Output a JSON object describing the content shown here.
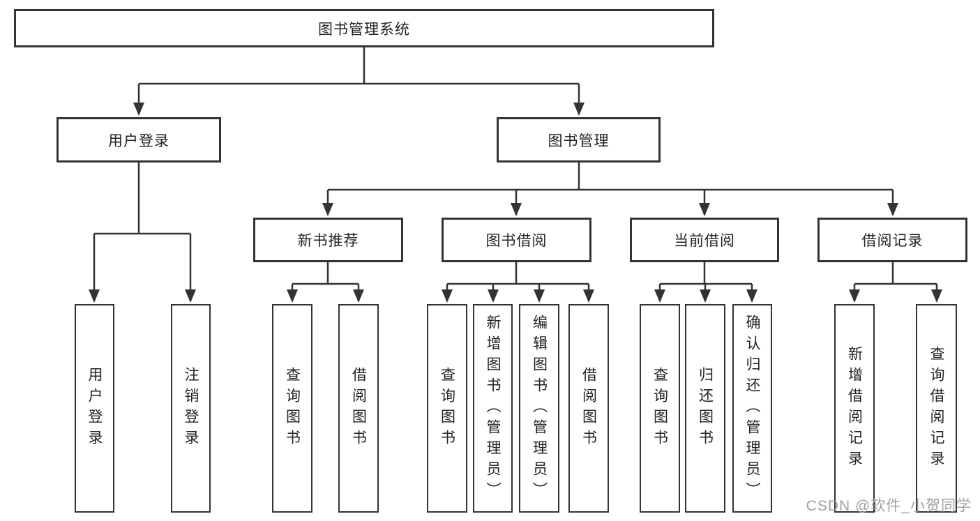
{
  "tree": {
    "root": "图书管理系统",
    "branches": [
      {
        "label": "用户登录",
        "children": [
          "用户登录",
          "注销登录"
        ]
      },
      {
        "label": "图书管理",
        "groups": [
          {
            "label": "新书推荐",
            "children": [
              "查询图书",
              "借阅图书"
            ]
          },
          {
            "label": "图书借阅",
            "children": [
              "查询图书",
              "新增图书（管理员）",
              "编辑图书（管理员）",
              "借阅图书"
            ]
          },
          {
            "label": "当前借阅",
            "children": [
              "查询图书",
              "归还图书",
              "确认归还（管理员）"
            ]
          },
          {
            "label": "借阅记录",
            "children": [
              "新增借阅记录",
              "查询借阅记录"
            ]
          }
        ]
      }
    ]
  },
  "watermark": {
    "text": "CSDN @软件_小贺同学"
  },
  "colors": {
    "line": "#333333",
    "box_border": "#333333",
    "text": "#222222",
    "background": "#ffffff",
    "watermark": "#9b9b9b"
  }
}
